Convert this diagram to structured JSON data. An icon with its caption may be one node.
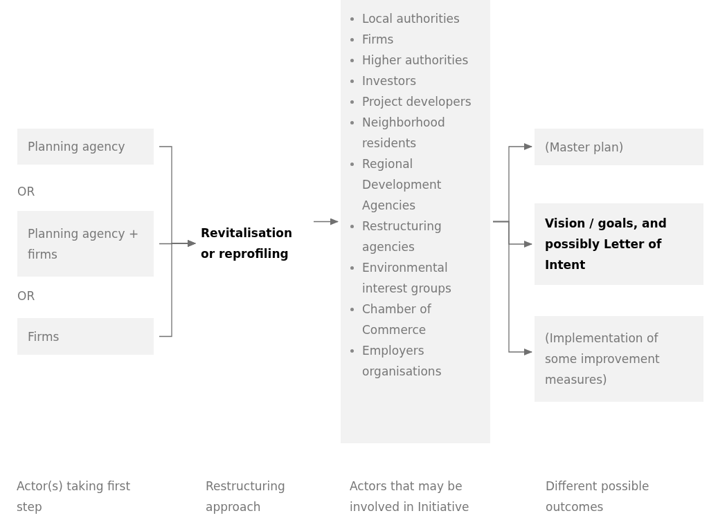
{
  "diagram": {
    "nodes": [
      {
        "text": [
          "Planning agency"
        ]
      },
      {
        "text": [
          "Planning agency + firms"
        ]
      },
      {
        "text": [
          "Firms"
        ]
      },
      {
        "text": [
          "Revitalisation or reprofiling"
        ]
      },
      {
        "text": [
          "Local authorities",
          "Firms",
          "Higher authorities",
          "Investors",
          "Project developers",
          "Neighborhood residents",
          "Regional Development Agencies",
          "Restructuring agencies",
          "Environmental interest groups",
          "Chamber of Commerce",
          "Employers organisations"
        ]
      },
      {
        "text": [
          "(Master plan)"
        ]
      },
      {
        "text": [
          "Vision / goals, and possibly Letter of Intent"
        ]
      },
      {
        "text": [
          "(Implementation of some improvement measures)"
        ]
      }
    ],
    "edges": [
      {
        "from": 0,
        "to": 3,
        "arrow": "to"
      },
      {
        "from": 1,
        "to": 3,
        "arrow": "to"
      },
      {
        "from": 2,
        "to": 3,
        "arrow": "to"
      },
      {
        "from": 3,
        "to": 4,
        "arrow": "to"
      },
      {
        "from": 4,
        "to": 5,
        "arrow": "to"
      },
      {
        "from": 4,
        "to": 6,
        "arrow": "to"
      },
      {
        "from": 4,
        "to": 7,
        "arrow": "to"
      }
    ],
    "labels": [
      "OR",
      "OR",
      "Actor(s) taking first step",
      "Restructuring approach",
      "Actors that may be involved in Initiative",
      "Different possible outcomes"
    ]
  }
}
